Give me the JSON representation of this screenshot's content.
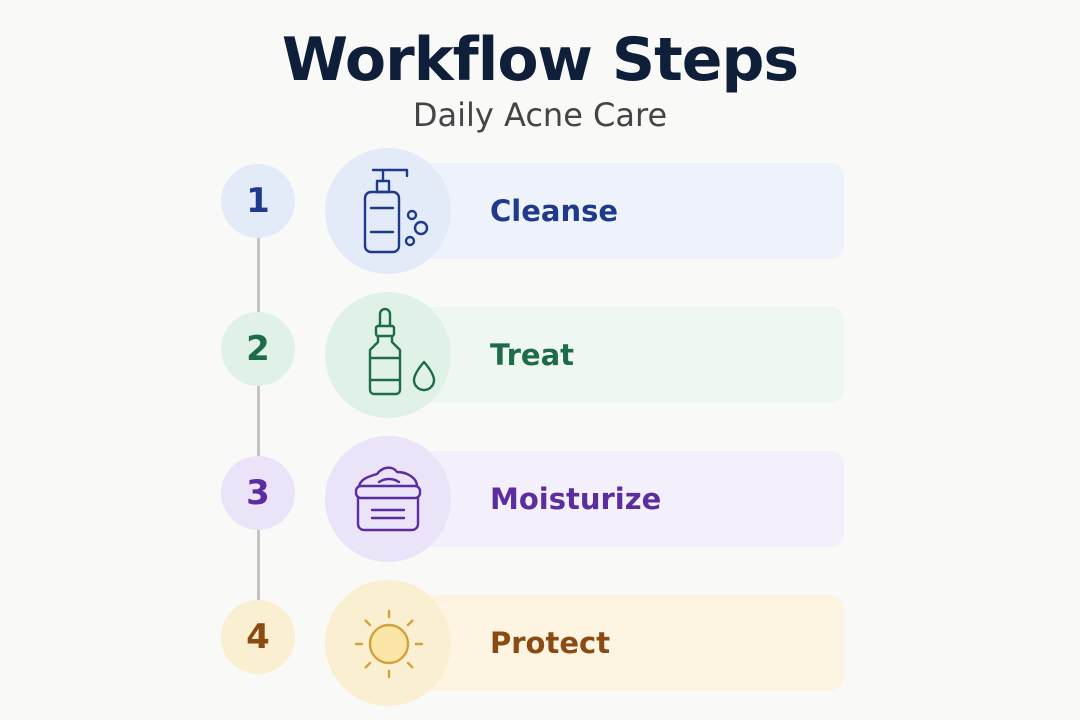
{
  "header": {
    "title": "Workflow Steps",
    "subtitle": "Daily Acne Care"
  },
  "steps": [
    {
      "number": "1",
      "label": "Cleanse",
      "icon": "pump-bottle-icon",
      "accent": "#1f3a8a",
      "tint": "#eef3fb",
      "circle": "#e3ebf8"
    },
    {
      "number": "2",
      "label": "Treat",
      "icon": "dropper-bottle-icon",
      "accent": "#1e6b4a",
      "tint": "#eef7f2",
      "circle": "#e0f2e8"
    },
    {
      "number": "3",
      "label": "Moisturize",
      "icon": "cream-jar-icon",
      "accent": "#5b2d9e",
      "tint": "#f3effb",
      "circle": "#ebe4f8"
    },
    {
      "number": "4",
      "label": "Protect",
      "icon": "sun-icon",
      "accent": "#8a4a12",
      "tint": "#fdf5e2",
      "circle": "#fbefd2"
    }
  ]
}
